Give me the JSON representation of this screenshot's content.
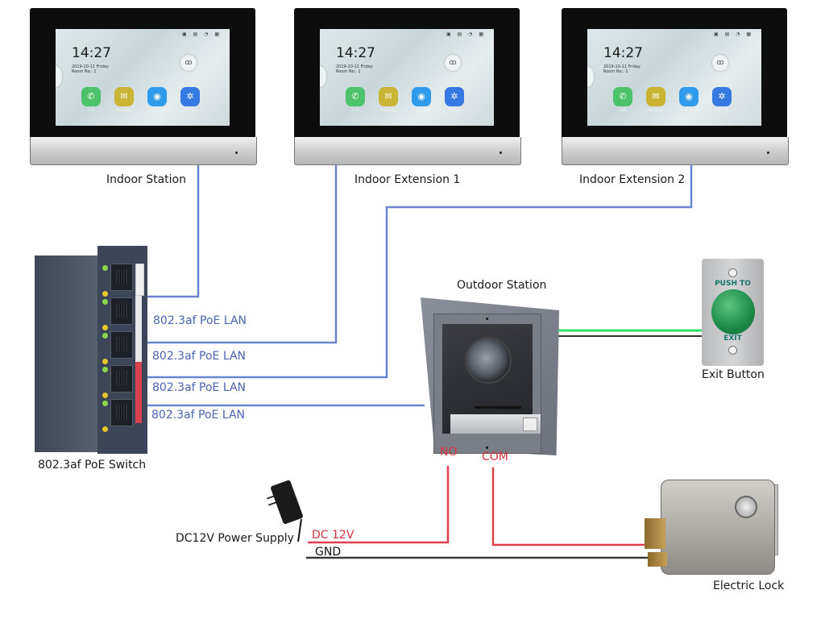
{
  "diagram": {
    "title": "",
    "devices": {
      "indoor_station": {
        "label": "Indoor Station",
        "screen": {
          "time": "14:27",
          "date": "2019-10-11  Friday",
          "room": "Room No.: 1",
          "status_icons": "▣ ▤ ◔ ▦",
          "center_icon": "group-call-icon",
          "apps": [
            {
              "label": "Call",
              "icon": "phone-icon",
              "glyph": "✆",
              "color": "#4cc36b"
            },
            {
              "label": "Message",
              "icon": "envelope-icon",
              "glyph": "✉",
              "color": "#c9b434"
            },
            {
              "label": "Live View",
              "icon": "camera-eye-icon",
              "glyph": "◉",
              "color": "#2f9bea"
            },
            {
              "label": "Settings",
              "icon": "gear-icon",
              "glyph": "✲",
              "color": "#3679e3"
            }
          ]
        }
      },
      "indoor_extension_1": {
        "label": "Indoor Extension 1"
      },
      "indoor_extension_2": {
        "label": "Indoor Extension 2"
      },
      "poe_switch": {
        "label": "802.3af PoE Switch"
      },
      "outdoor_station": {
        "label": "Outdoor Station"
      },
      "exit_button": {
        "label": "Exit Button",
        "top_text": "PUSH TO",
        "bottom_text": "EXIT"
      },
      "power_supply": {
        "label": "DC12V Power Supply"
      },
      "electric_lock": {
        "label": "Electric Lock"
      }
    },
    "connections": {
      "lan_labels": [
        "802.3af PoE LAN",
        "802.3af PoE LAN",
        "802.3af PoE LAN",
        "802.3af PoE LAN"
      ],
      "relay_terminals": {
        "no": "NO",
        "com": "COM"
      },
      "power_wires": {
        "positive": "DC 12V",
        "ground": "GND"
      }
    },
    "colors": {
      "lan_wire": "#4a64b4",
      "power_wire": "#d6313f",
      "ground_wire": "#333333",
      "exit_wire_green": "#2ee06a"
    }
  }
}
